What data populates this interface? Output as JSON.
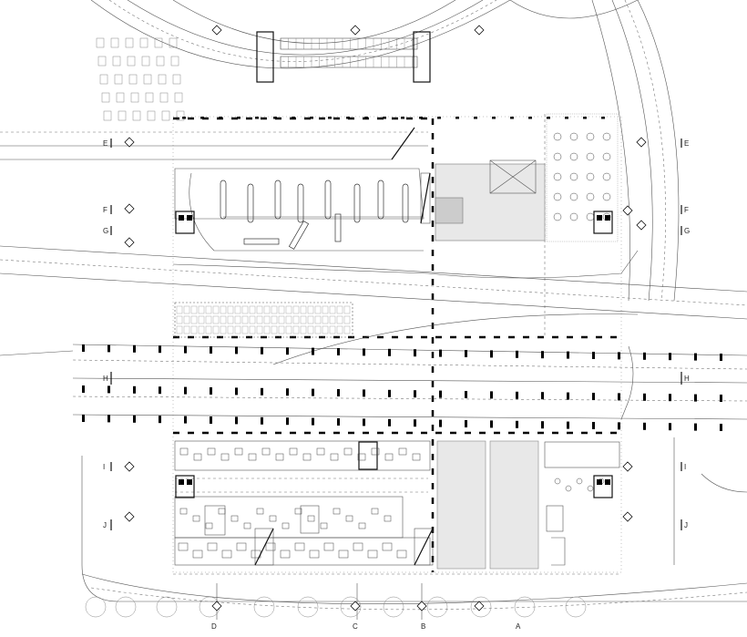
{
  "sections": {
    "left": [
      "E",
      "F",
      "G",
      "H",
      "I",
      "J"
    ],
    "right": [
      "E",
      "F",
      "G",
      "H",
      "I",
      "J"
    ]
  },
  "axes": [
    "D",
    "C",
    "B",
    "A"
  ],
  "colors": {
    "line": "#555555",
    "wall": "#111111",
    "fill": "#e8e8e8"
  },
  "icons": [
    "diamond-marker-icon",
    "elevator-core-icon",
    "staircase-icon"
  ]
}
